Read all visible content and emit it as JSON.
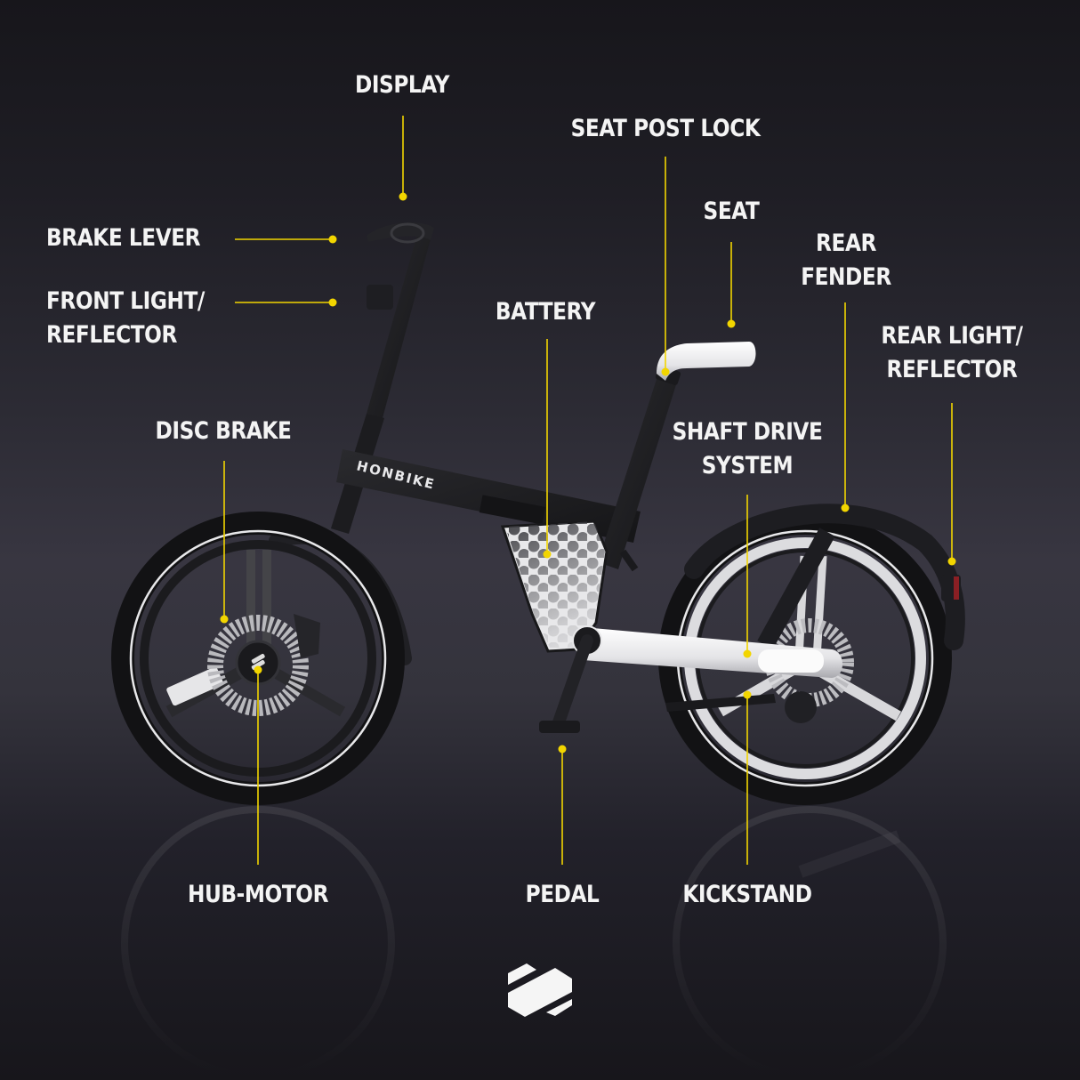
{
  "brand": {
    "frame_text": "HONBIKE",
    "logo_icon": "honbike-hexagon-logo-icon"
  },
  "colors": {
    "background_top": "#17161b",
    "background_mid": "#383641",
    "callout_yellow": "#f2d500",
    "label_white": "#f4f4f4",
    "frame_black": "#1c1c1f",
    "accent_silver": "#e6e6e8"
  },
  "callouts": [
    {
      "id": "display",
      "lines": [
        "DISPLAY"
      ]
    },
    {
      "id": "seat-post-lock",
      "lines": [
        "SEAT POST LOCK"
      ]
    },
    {
      "id": "seat",
      "lines": [
        "SEAT"
      ]
    },
    {
      "id": "rear-fender",
      "lines": [
        "REAR",
        "FENDER"
      ]
    },
    {
      "id": "brake-lever",
      "lines": [
        "BRAKE LEVER"
      ]
    },
    {
      "id": "front-light",
      "lines": [
        "FRONT LIGHT/",
        "REFLECTOR"
      ]
    },
    {
      "id": "battery",
      "lines": [
        "BATTERY"
      ]
    },
    {
      "id": "rear-light",
      "lines": [
        "REAR LIGHT/",
        "REFLECTOR"
      ]
    },
    {
      "id": "disc-brake",
      "lines": [
        "DISC BRAKE"
      ]
    },
    {
      "id": "shaft-drive",
      "lines": [
        "SHAFT DRIVE",
        "SYSTEM"
      ]
    },
    {
      "id": "hub-motor",
      "lines": [
        "HUB-MOTOR"
      ]
    },
    {
      "id": "pedal",
      "lines": [
        "PEDAL"
      ]
    },
    {
      "id": "kickstand",
      "lines": [
        "KICKSTAND"
      ]
    }
  ]
}
